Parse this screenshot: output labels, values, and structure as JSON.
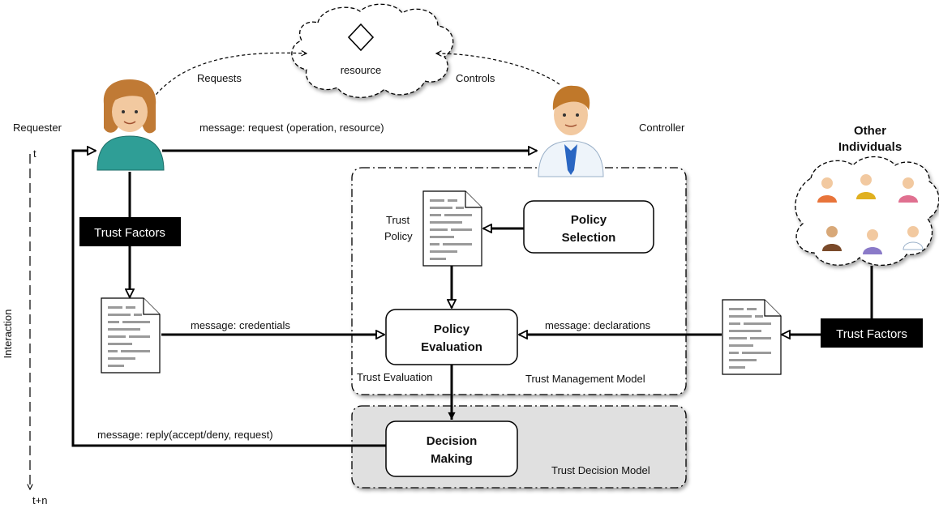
{
  "cloud": {
    "label": "resource"
  },
  "edges": {
    "requests": "Requests",
    "controls": "Controls",
    "request_message": "message: request (operation, resource)",
    "credentials_message": "message: credentials",
    "declarations_message": "message: declarations",
    "reply_message": "message: reply(accept/deny, request)"
  },
  "actors": {
    "requester": "Requester",
    "controller": "Controller",
    "others_line1": "Other",
    "others_line2": "Individuals"
  },
  "timeline": {
    "start": "t",
    "end": "t+n",
    "label": "Interaction"
  },
  "trust_factors_left": "Trust Factors",
  "trust_factors_right": "Trust Factors",
  "policy_doc": {
    "line1": "Trust",
    "line2": "Policy"
  },
  "policy_selection": {
    "line1": "Policy",
    "line2": "Selection"
  },
  "policy_evaluation": {
    "line1": "Policy",
    "line2": "Evaluation"
  },
  "decision_making": {
    "line1": "Decision",
    "line2": "Making"
  },
  "regions": {
    "trust_evaluation": "Trust Evaluation",
    "trust_management_model": "Trust Management Model",
    "trust_decision_model": "Trust Decision Model"
  }
}
